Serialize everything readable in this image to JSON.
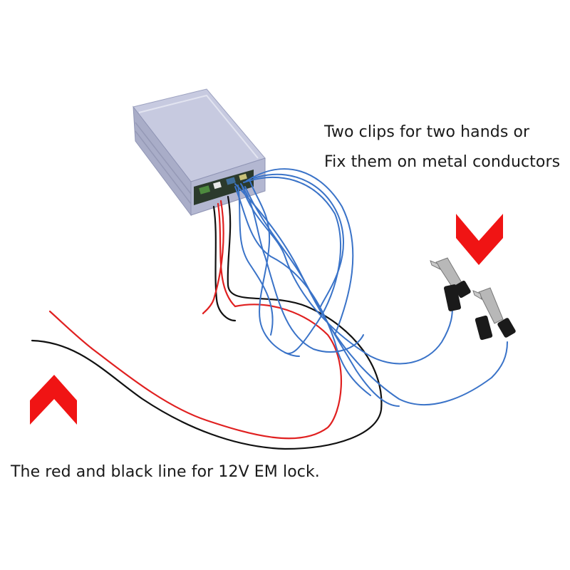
{
  "captions": {
    "clips_line_1": "Two clips for two hands or",
    "clips_line_2": "Fix them on metal conductors",
    "lock_line": "The red and black line for 12V EM lock."
  },
  "colors": {
    "background": "#ffffff",
    "caption_text": "#1a1a1a",
    "arrow": "#f01414",
    "box_body": "#b9bdd6",
    "wire_blue": "#3a73c8",
    "wire_red": "#e02020",
    "wire_black": "#111111",
    "clip_metal": "#b8b8b8",
    "clip_sleeve": "#1a1a1a"
  },
  "icons": {
    "right_marker": "red-down-chevron-icon",
    "left_marker": "red-up-chevron-icon"
  }
}
